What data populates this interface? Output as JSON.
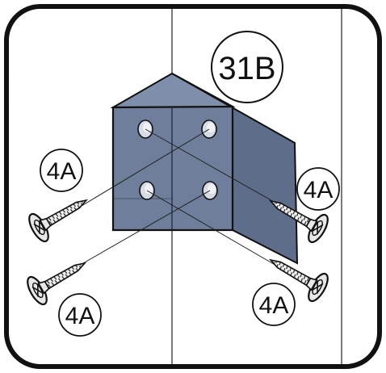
{
  "step": {
    "label": "31B"
  },
  "callouts": [
    {
      "label": "4A"
    },
    {
      "label": "4A"
    },
    {
      "label": "4A"
    },
    {
      "label": "4A"
    }
  ],
  "colors": {
    "frame": "#111111",
    "bracket_front": "#6f7f9b",
    "bracket_top": "#7f8fab",
    "bracket_side": "#5e6e8a",
    "screw": "#e6e6e6"
  },
  "icons": [
    "corner-bracket-icon",
    "screw-icon"
  ]
}
